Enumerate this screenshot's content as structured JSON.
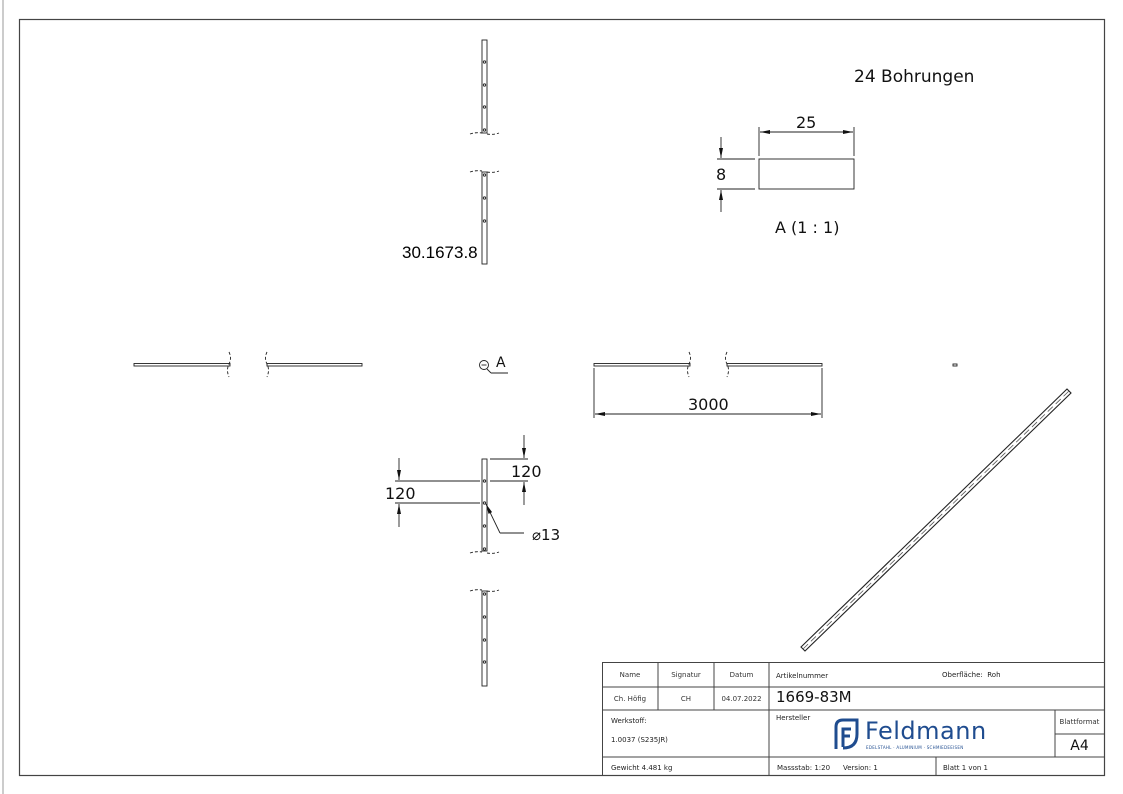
{
  "drawing": {
    "note_holes": "24 Bohrungen",
    "section_view": {
      "label": "A (1 : 1)",
      "width_dim": "25",
      "height_dim": "8"
    },
    "overlap_text": "30.1673.8",
    "section_marker": "A",
    "length_dim": "3000",
    "hole_pitch_dim_1": "120",
    "hole_pitch_dim_2": "120",
    "hole_diameter": "13",
    "hole_diameter_symbol": "⌀"
  },
  "title_block": {
    "headers": {
      "name": "Name",
      "signatur": "Signatur",
      "datum": "Datum"
    },
    "values": {
      "name": "Ch. Höfig",
      "signatur": "CH",
      "datum": "04.07.2022"
    },
    "artikelnummer_label": "Artikelnummer",
    "artikelnummer": "1669-83M",
    "oberflaeche_label": "Oberfläche:",
    "oberflaeche": "Roh",
    "werkstoff_label": "Werkstoff:",
    "werkstoff": "1.0037 (S235JR)",
    "hersteller_label": "Hersteller",
    "logo_name": "Feldmann",
    "logo_tagline": "EDELSTAHL · ALUMINIUM · SCHMIEDEEISEN",
    "blattformat_label": "Blattformat",
    "blattformat": "A4",
    "gewicht": "Gewicht 4.481 kg",
    "massstab": "Massstab: 1:20",
    "version": "Version: 1",
    "blatt": "Blatt 1 von 1"
  },
  "colors": {
    "line": "#1a1a1a",
    "frame": "#555555",
    "brand": "#1f4c8f"
  }
}
